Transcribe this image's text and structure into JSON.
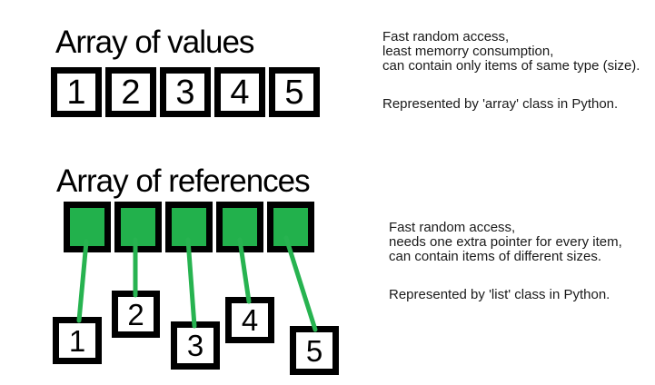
{
  "values": {
    "title": "Array of values",
    "items": [
      "1",
      "2",
      "3",
      "4",
      "5"
    ],
    "notes": [
      "Fast random access,",
      "least memorry consumption,",
      "can contain only items of same type (size)."
    ],
    "summary": "Represented by 'array' class in Python."
  },
  "references": {
    "title": "Array of references",
    "items": [
      "1",
      "2",
      "3",
      "4",
      "5"
    ],
    "notes": [
      "Fast random access,",
      "needs one extra pointer for every item,",
      "can contain items of different sizes."
    ],
    "summary": "Represented by 'list' class in Python."
  },
  "colors": {
    "box_border": "#000000",
    "reference_fill": "#22B14C",
    "pointer_line": "#27B350",
    "background": "#FFFFFF",
    "text": "#1A1A1A"
  }
}
